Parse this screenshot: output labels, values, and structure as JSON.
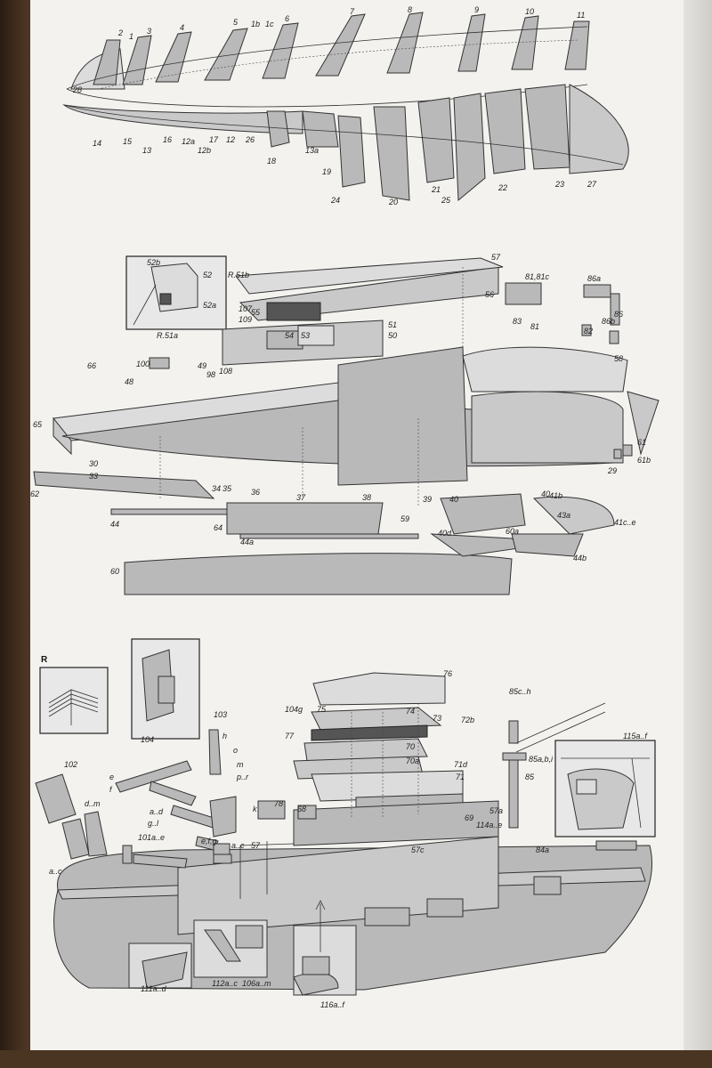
{
  "diagram1": {
    "labels": [
      "2",
      "1",
      "3",
      "4",
      "5",
      "1b",
      "1c",
      "6",
      "7",
      "8",
      "9",
      "10",
      "11",
      "28",
      "14",
      "15",
      "13",
      "16",
      "12a",
      "12b",
      "17",
      "12",
      "26",
      "18",
      "13a",
      "19",
      "24",
      "20",
      "21",
      "25",
      "22",
      "23",
      "27"
    ]
  },
  "diagram2": {
    "labels": [
      "57",
      "52b",
      "52",
      "52a",
      "R.51b",
      "81,81c",
      "86a",
      "107",
      "55",
      "109",
      "56",
      "83",
      "81",
      "86b",
      "86",
      "R.51a",
      "54",
      "53",
      "51",
      "50",
      "82",
      "66",
      "100",
      "49",
      "98",
      "108",
      "58",
      "48",
      "65",
      "61",
      "30",
      "61b",
      "33",
      "34",
      "35",
      "36",
      "37",
      "38",
      "39",
      "29",
      "62",
      "40",
      "40",
      "41b",
      "44",
      "64",
      "59",
      "43a",
      "41c..e",
      "40d",
      "60a",
      "44a",
      "44b",
      "60"
    ]
  },
  "diagram3": {
    "R_label": "R",
    "labels": [
      "76",
      "85c..h",
      "104g",
      "75",
      "74",
      "73",
      "72b",
      "103",
      "104",
      "77",
      "115a..f",
      "70",
      "h",
      "o",
      "m",
      "70a",
      "71d",
      "85a,b,i",
      "102",
      "71",
      "e",
      "p..r",
      "85",
      "f",
      "d..m",
      "a..d",
      "k",
      "78",
      "68",
      "g..l",
      "69",
      "57a",
      "101a..e",
      "e,f,g",
      "a..c",
      "57",
      "114a..e",
      "57c",
      "84a",
      "a..c",
      "111a..d",
      "112a..c",
      "106a..m",
      "116a..f"
    ]
  }
}
